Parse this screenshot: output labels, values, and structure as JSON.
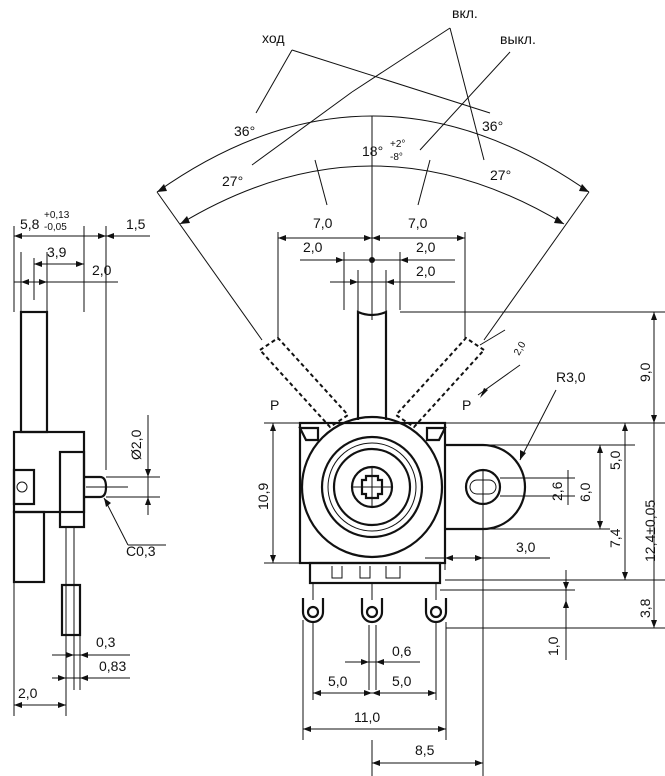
{
  "labels": {
    "hod": "ход",
    "vkl": "вкл.",
    "vykl": "выкл.",
    "ang36a": "36°",
    "ang36b": "36°",
    "ang27a": "27°",
    "ang27b": "27°",
    "ang18": "18°",
    "tol_plus2": "+2°",
    "tol_minus8": "-8°",
    "d70a": "7,0",
    "d70b": "7,0",
    "d20a": "2,0",
    "d20b": "2,0",
    "d20c": "2,0",
    "d20d": "2,0",
    "r30": "R3,0",
    "d90": "9,0",
    "d50r": "5,0",
    "d60": "6,0",
    "d26": "2,6",
    "d124": "12,4±0,05",
    "d74": "7,4",
    "d30": "3,0",
    "d38": "3,8",
    "d10": "1,0",
    "d109": "10,9",
    "d06": "0,6",
    "d50a": "5,0",
    "d50b": "5,0",
    "d110": "11,0",
    "d85": "8,5",
    "p1": "P",
    "p2": "P",
    "s58": "5,8",
    "s58_tol_up": "+0,13",
    "s58_tol_dn": "-0,05",
    "s15": "1,5",
    "s39": "3,9",
    "s20": "2,0",
    "sdia": "Ø2,0",
    "sc03": "C0,3",
    "s03": "0,3",
    "s083": "0,83",
    "s20b": "2,0"
  }
}
